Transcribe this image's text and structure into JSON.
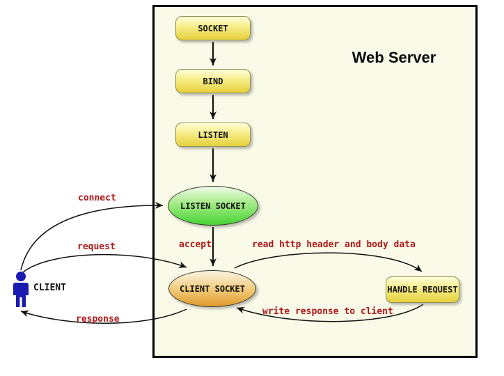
{
  "diagram": {
    "title": "Web Server",
    "nodes": {
      "socket": "SOCKET",
      "bind": "BIND",
      "listen": "LISTEN",
      "listen_socket": "LISTEN SOCKET",
      "client_socket": "CLIENT SOCKET",
      "handle_request": "HANDLE REQUEST",
      "client": "CLIENT"
    },
    "edge_labels": {
      "connect": "connect",
      "request": "request",
      "response": "response",
      "accept": "accept",
      "read_http": "read http header and body data",
      "write_response": "write response to client"
    },
    "colors": {
      "edge_label": "#b01818",
      "server_background": "#fafae8",
      "server_border": "#000000",
      "box_yellow_top": "#ffffda",
      "box_yellow_bottom": "#e6d03c",
      "ellipse_green_top": "#effce9",
      "ellipse_green_bottom": "#46d434",
      "ellipse_orange_top": "#fbf5e3",
      "ellipse_orange_bottom": "#e09a2b",
      "client_figure": "#1b1bb2",
      "arrow": "#111111"
    }
  }
}
